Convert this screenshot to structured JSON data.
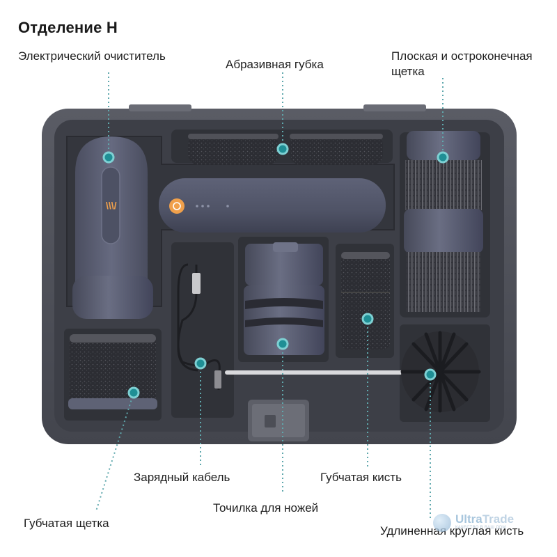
{
  "title": "Отделение H",
  "labels": {
    "electric_cleaner": "Электрический очиститель",
    "abrasive_sponge": "Абразивная губка",
    "flat_pointed_brush_line1": "Плоская и остроконечная",
    "flat_pointed_brush_line2": "щетка",
    "charging_cable": "Зарядный кабель",
    "sponge_brush_right": "Губчатая кисть",
    "knife_sharpener": "Точилка для ножей",
    "sponge_brush_left": "Губчатая щетка",
    "long_round_brush": "Удлиненная круглая кисть"
  },
  "watermark": {
    "brand_a": "Ultra",
    "brand_b": "Trade",
    "tagline": "КАЧЕСТВО В ВАШ ДОМ"
  },
  "colors": {
    "accent_teal": "#1f8f95",
    "case_dark": "#4a4c55",
    "case_tray": "#3b3d45",
    "device_body": "#575b70",
    "power_button": "#f0a04b"
  }
}
